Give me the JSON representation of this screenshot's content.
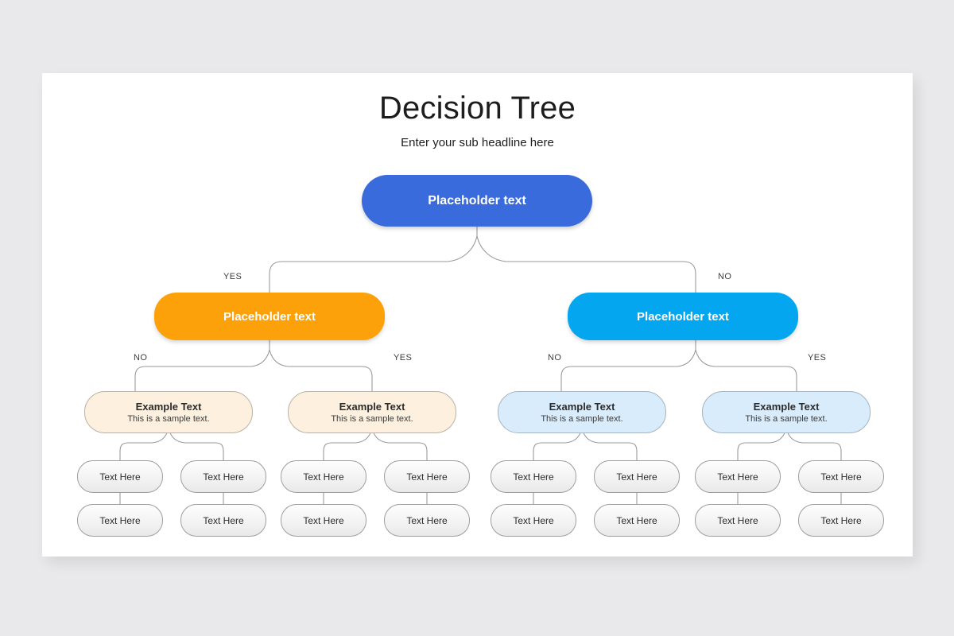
{
  "slide": {
    "title": "Decision Tree",
    "subtitle": "Enter your sub headline here",
    "background_color": "#e9e9eb",
    "canvas_color": "#ffffff"
  },
  "colors": {
    "root": "#3a6bdc",
    "branch_yes": "#fca10a",
    "branch_no": "#04a6f0",
    "leaf_cream": "#fdf0de",
    "leaf_pale_blue": "#d9ecfb",
    "leaf_gray": "#f3f3f3",
    "connector": "#9a9a9a"
  },
  "tree": {
    "root": {
      "label": "Placeholder text"
    },
    "level2": [
      {
        "label": "Placeholder text",
        "edge_label": "YES",
        "color": "#fca10a"
      },
      {
        "label": "Placeholder text",
        "edge_label": "NO",
        "color": "#04a6f0"
      }
    ],
    "level3": [
      {
        "title": "Example Text",
        "subtitle": "This is a sample text.",
        "edge_label": "NO",
        "color": "#fdf0de"
      },
      {
        "title": "Example Text",
        "subtitle": "This is a sample text.",
        "edge_label": "YES",
        "color": "#fdf0de"
      },
      {
        "title": "Example Text",
        "subtitle": "This is a sample text.",
        "edge_label": "NO",
        "color": "#d9ecfb"
      },
      {
        "title": "Example Text",
        "subtitle": "This is a sample text.",
        "edge_label": "YES",
        "color": "#d9ecfb"
      }
    ],
    "level4": [
      {
        "label": "Text Here"
      },
      {
        "label": "Text Here"
      },
      {
        "label": "Text Here"
      },
      {
        "label": "Text Here"
      },
      {
        "label": "Text Here"
      },
      {
        "label": "Text Here"
      },
      {
        "label": "Text Here"
      },
      {
        "label": "Text Here"
      }
    ],
    "level5": [
      {
        "label": "Text Here"
      },
      {
        "label": "Text Here"
      },
      {
        "label": "Text Here"
      },
      {
        "label": "Text Here"
      },
      {
        "label": "Text Here"
      },
      {
        "label": "Text Here"
      },
      {
        "label": "Text Here"
      },
      {
        "label": "Text Here"
      }
    ]
  }
}
